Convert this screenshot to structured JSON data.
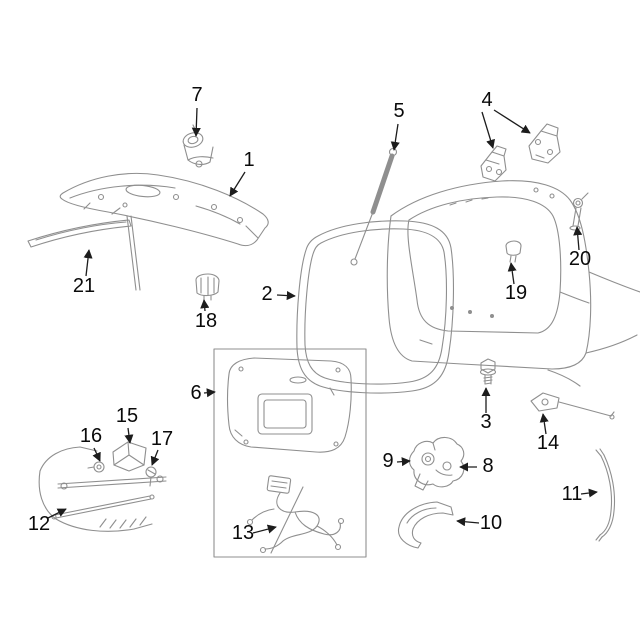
{
  "image": {
    "background": "#ffffff",
    "art_line_color": "#8f8f8f",
    "callout_color": "#0a0a0a"
  },
  "diagram": {
    "labels": {
      "p1": "1",
      "p2": "2",
      "p3": "3",
      "p4": "4",
      "p5": "5",
      "p6": "6",
      "p7": "7",
      "p8": "8",
      "p9": "9",
      "p10": "10",
      "p11": "11",
      "p12": "12",
      "p13": "13",
      "p14": "14",
      "p15": "15",
      "p16": "16",
      "p17": "17",
      "p18": "18",
      "p19": "19",
      "p20": "20",
      "p21": "21"
    }
  }
}
